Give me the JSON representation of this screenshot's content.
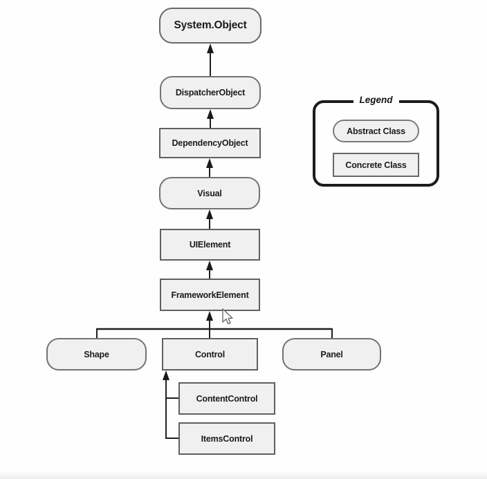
{
  "diagram": {
    "title_hint": "WPF class hierarchy",
    "nodes": [
      {
        "label": "System.Object",
        "kind": "abstract"
      },
      {
        "label": "DispatcherObject",
        "kind": "abstract"
      },
      {
        "label": "DependencyObject",
        "kind": "concrete"
      },
      {
        "label": "Visual",
        "kind": "abstract"
      },
      {
        "label": "UIElement",
        "kind": "concrete"
      },
      {
        "label": "FrameworkElement",
        "kind": "concrete"
      },
      {
        "label": "Shape",
        "kind": "abstract"
      },
      {
        "label": "Control",
        "kind": "concrete"
      },
      {
        "label": "Panel",
        "kind": "abstract"
      },
      {
        "label": "ContentControl",
        "kind": "concrete"
      },
      {
        "label": "ItemsControl",
        "kind": "concrete"
      }
    ],
    "edges": [
      {
        "from": "DispatcherObject",
        "to": "System.Object"
      },
      {
        "from": "DependencyObject",
        "to": "DispatcherObject"
      },
      {
        "from": "Visual",
        "to": "DependencyObject"
      },
      {
        "from": "UIElement",
        "to": "Visual"
      },
      {
        "from": "FrameworkElement",
        "to": "UIElement"
      },
      {
        "from": "Shape",
        "to": "FrameworkElement"
      },
      {
        "from": "Control",
        "to": "FrameworkElement"
      },
      {
        "from": "Panel",
        "to": "FrameworkElement"
      },
      {
        "from": "ContentControl",
        "to": "Control"
      },
      {
        "from": "ItemsControl",
        "to": "Control"
      }
    ]
  },
  "legend": {
    "title": "Legend",
    "abstract_label": "Abstract Class",
    "concrete_label": "Concrete Class"
  },
  "colors": {
    "box_fill": "#f0f0f0",
    "box_border": "#5f5f5f",
    "rounded_border": "#727272",
    "connector": "#1f1f1f",
    "legend_border": "#1c1c1c",
    "text": "#1b1b1b",
    "background": "#fefefe"
  }
}
